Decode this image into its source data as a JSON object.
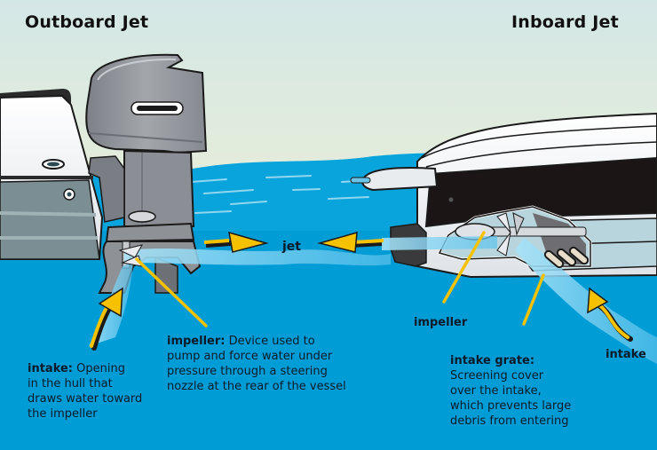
{
  "titles": {
    "outboard": "Outboard Jet",
    "inboard": "Inboard Jet"
  },
  "labels": {
    "jet": "jet",
    "outboard_intake": {
      "term": "intake:",
      "lines": [
        "Opening",
        "in the hull that",
        "draws water toward",
        "the impeller"
      ]
    },
    "outboard_impeller": {
      "term": "impeller:",
      "lines": [
        "Device used to",
        "pump and force water under",
        "pressure through a steering",
        "nozzle at the rear of the vessel"
      ]
    },
    "inboard_impeller": "impeller",
    "inboard_intake_grate": {
      "term": "intake grate:",
      "lines": [
        "Screening cover",
        "over the intake,",
        "which prevents large",
        "debris from entering"
      ]
    },
    "inboard_intake": "intake"
  },
  "colors": {
    "sky_top": "#d3e7e6",
    "sky_bottom": "#e6edda",
    "water": "#009cd6",
    "water_light": "#6cc9ee",
    "arrow": "#f6c200",
    "outline": "#1a1a1a",
    "engine_gray": "#8e9196",
    "hull_black": "#1b1516"
  },
  "icons": [
    "outboard-engine-icon",
    "outboard-boat-icon",
    "inboard-boat-icon",
    "impeller-icon",
    "intake-grate-icon",
    "flow-arrow-icon",
    "callout-line-icon"
  ]
}
